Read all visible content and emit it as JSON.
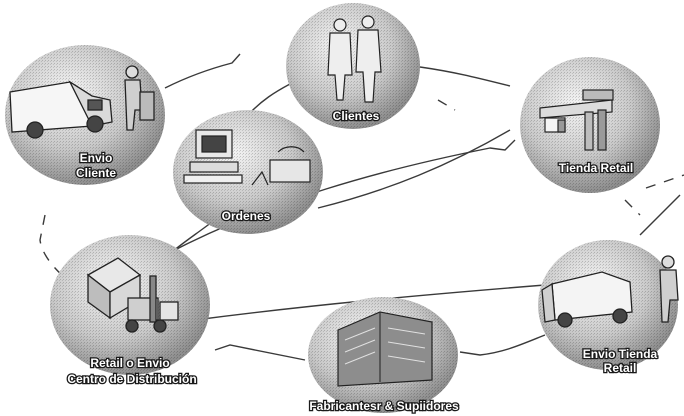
{
  "diagram": {
    "nodes": {
      "clientes": {
        "label": "Clientes",
        "icon": "people-icon"
      },
      "tienda_retail": {
        "label": "Tienda Retail",
        "icon": "storefront-icon"
      },
      "envio_cliente": {
        "label_line1": "Envio",
        "label_line2": "Cliente",
        "icon": "delivery-van-icon"
      },
      "ordenes": {
        "label": "Ordenes",
        "icon": "computer-phone-icon"
      },
      "centro_distribucion": {
        "label_line1": "Retail o Envio",
        "label_line2": "Centro de Distribución",
        "icon": "forklift-icon"
      },
      "fabricantes": {
        "label": "Fabricantesr & Supiidores",
        "icon": "factory-building-icon"
      },
      "envio_tienda": {
        "label_line1": "Envio Tienda",
        "label_line2": "Retail",
        "icon": "delivery-van-icon"
      }
    },
    "colors": {
      "bubble_light": "#f2f2f2",
      "bubble_dark": "#8a8a8a",
      "line": "#3a3a3a"
    }
  }
}
